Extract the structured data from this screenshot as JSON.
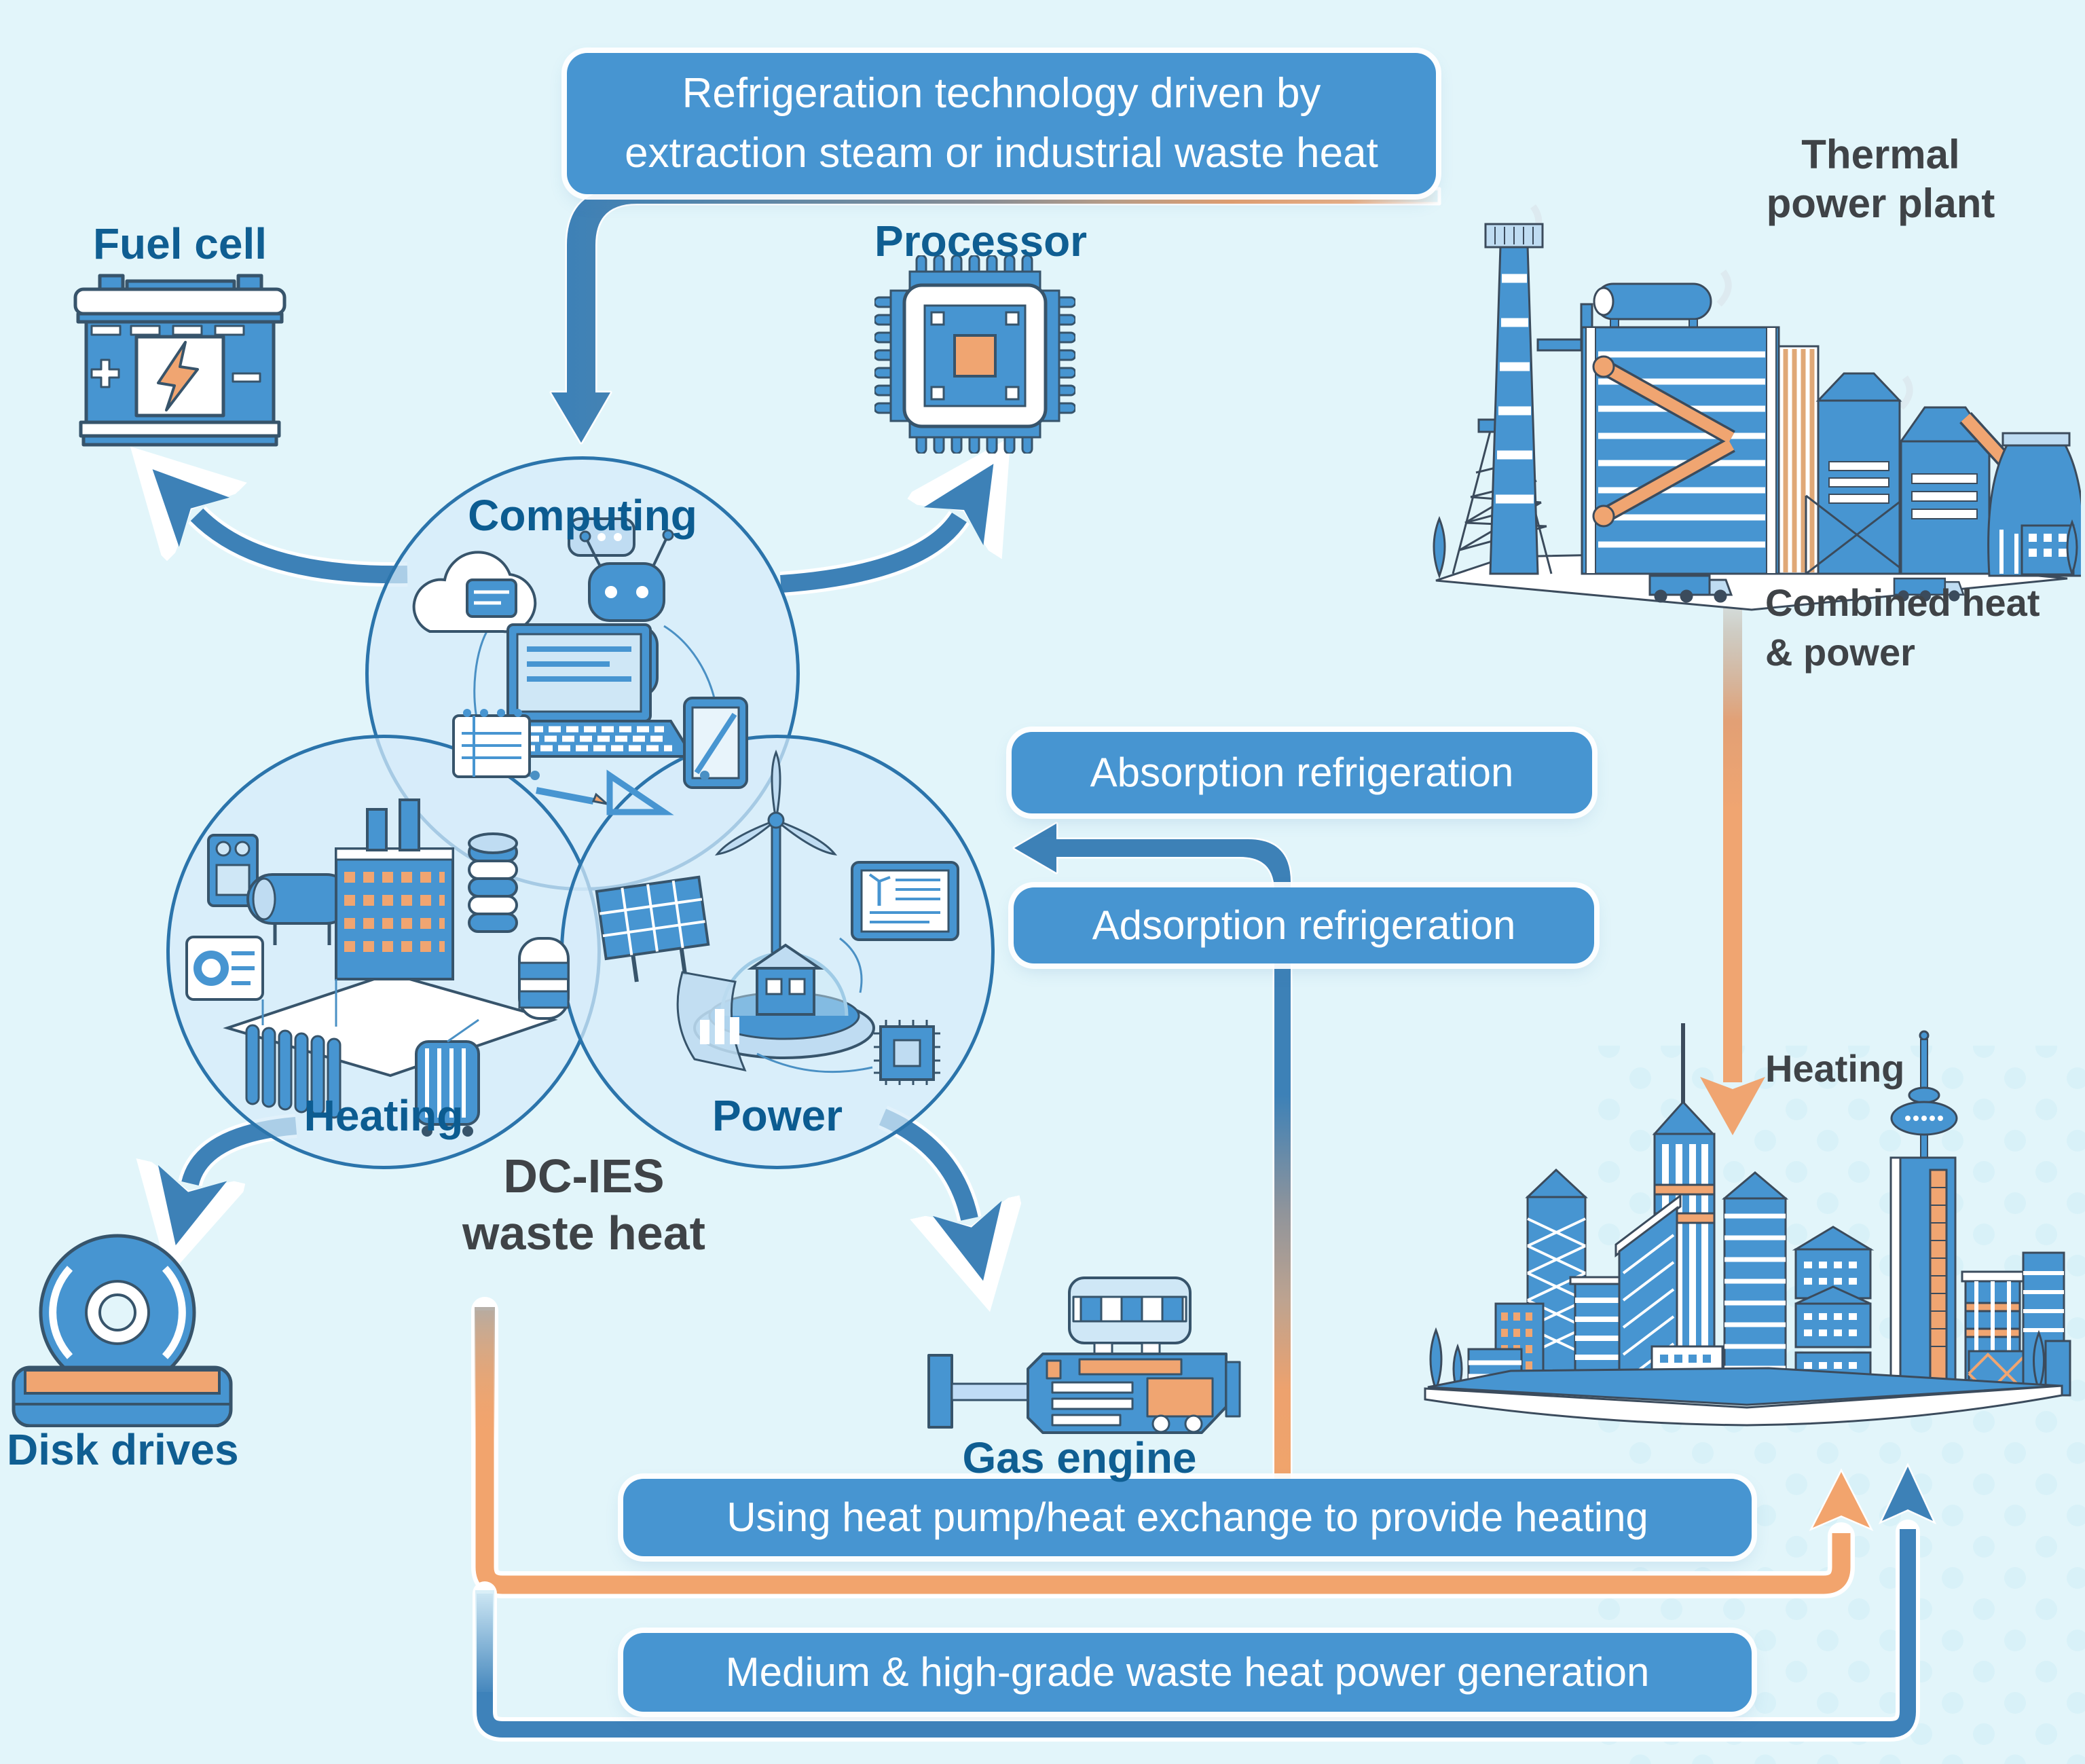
{
  "colors": {
    "background": "#e2f5fa",
    "banner_blue": "#4795d1",
    "arrow_blue": "#3d81b7",
    "orange": "#f2a46d",
    "deep_blue_label": "#0f5e92",
    "dark_gray_label": "#3f4347",
    "circle_fill": "#d6ecfa",
    "circle_stroke": "#2b74ab"
  },
  "top_banner": {
    "line1": "Refrigeration technology driven by",
    "line2": "extraction steam or industrial waste heat"
  },
  "process_banners": {
    "absorption": "Absorption refrigeration",
    "adsorption": "Adsorption refrigeration",
    "heat_pump": "Using heat pump/heat exchange  to provide heating",
    "power_generation": "Medium & high-grade waste heat power generation"
  },
  "circles": {
    "computing": "Computing",
    "heating": "Heating",
    "power": "Power"
  },
  "center_label": {
    "line1": "DC-IES",
    "line2": "waste heat"
  },
  "nodes": {
    "fuel_cell": {
      "label": "Fuel cell"
    },
    "processor": {
      "label": "Processor"
    },
    "thermal_plant": {
      "label_line1": "Thermal",
      "label_line2": "power plant"
    },
    "disk_drives": {
      "label": "Disk drives"
    },
    "gas_engine": {
      "label": "Gas engine"
    }
  },
  "flow_labels": {
    "combined_line1": "Combined heat",
    "combined_line2": "& power",
    "heating": "Heating"
  },
  "icons": [
    "battery-icon",
    "cpu-chip-icon",
    "thermal-power-plant-illustration",
    "disk-drive-icon",
    "gas-engine-icon",
    "city-skyline-illustration",
    "computing-scene",
    "heating-scene",
    "power-scene"
  ]
}
